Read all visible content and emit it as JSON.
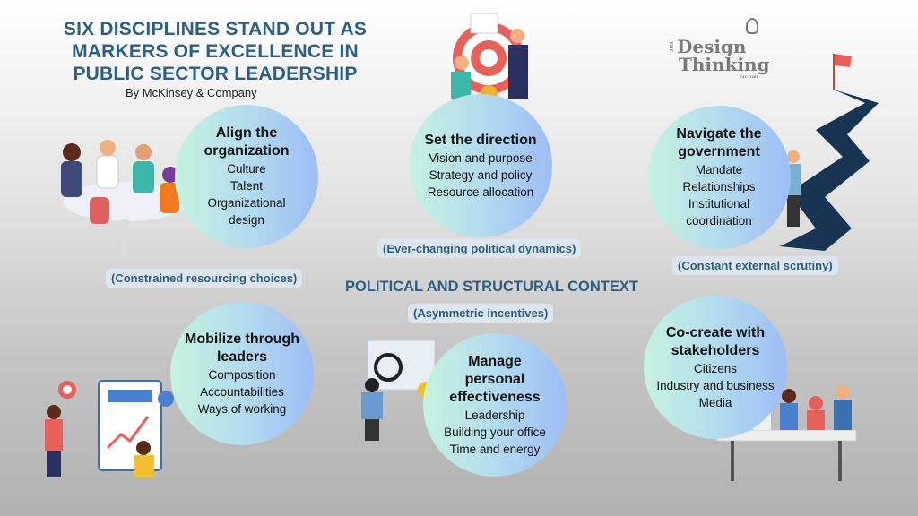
{
  "header": {
    "title": "SIX DISCIPLINES STAND OUT AS MARKERS OF EXCELLENCE IN PUBLIC SECTOR LEADERSHIP",
    "subtitle": "By McKinsey & Company"
  },
  "logo": {
    "the": "THE",
    "line1": "Design",
    "line2": "Thinking",
    "line3": "FACTORY"
  },
  "context": {
    "title": "POLITICAL AND STRUCTURAL CONTEXT",
    "constraints": [
      "(Constrained resourcing choices)",
      "(Ever-changing political dynamics)",
      "(Constant external scrutiny)",
      "(Asymmetric incentives)"
    ]
  },
  "disciplines": [
    {
      "title": "Align the organization",
      "items": [
        "Culture",
        "Talent",
        "Organizational design"
      ]
    },
    {
      "title": "Set the direction",
      "items": [
        "Vision and purpose",
        "Strategy and policy",
        "Resource allocation"
      ]
    },
    {
      "title": "Navigate the government",
      "items": [
        "Mandate",
        "Relationships",
        "Institutional coordination"
      ]
    },
    {
      "title": "Mobilize through leaders",
      "items": [
        "Composition",
        "Accountabilities",
        "Ways of working"
      ]
    },
    {
      "title": "Manage personal effectiveness",
      "items": [
        "Leadership",
        "Building your office",
        "Time and energy"
      ]
    },
    {
      "title": "Co-create with stakeholders",
      "items": [
        "Citizens",
        "Industry and business",
        "Media"
      ]
    }
  ],
  "colors": {
    "accent": "#2c5f84",
    "pill": "#dde6ee",
    "flag": "#e8605a"
  }
}
